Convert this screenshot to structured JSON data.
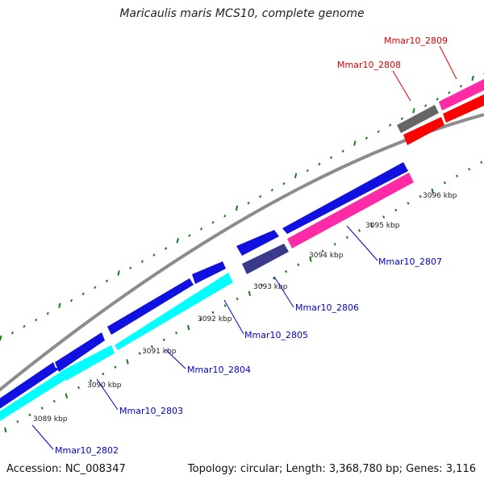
{
  "title": "Maricaulis maris MCS10, complete genome",
  "footer": {
    "accession": "Accession: NC_008347",
    "summary": "Topology: circular; Length: 3,368,780 bp; Genes: 3,116"
  },
  "colors": {
    "backbone": "#8c8c8c",
    "tick": "#1a7a1a",
    "forward_cds": "#1010e0",
    "reverse_cds": "#00ffff",
    "pink_cds": "#ff2aa6",
    "dark_cds": "#3a3a8c",
    "gray_cds": "#666666",
    "red_cds": "#ff0000",
    "label_blue": "#0000cc",
    "label_red": "#dd0000"
  },
  "scale": {
    "unit": "kbp",
    "positions": [
      3089,
      3090,
      3091,
      3092,
      3093,
      3094,
      3095,
      3096
    ],
    "labels": [
      "3089 kbp",
      "3090 kbp",
      "3091 kbp",
      "3092 kbp",
      "3093 kbp",
      "3094 kbp",
      "3095 kbp",
      "3096 kbp"
    ]
  },
  "genes": [
    {
      "label": "Mmar10_2802",
      "color_key": "label_blue"
    },
    {
      "label": "Mmar10_2803",
      "color_key": "label_blue"
    },
    {
      "label": "Mmar10_2804",
      "color_key": "label_blue"
    },
    {
      "label": "Mmar10_2805",
      "color_key": "label_blue"
    },
    {
      "label": "Mmar10_2806",
      "color_key": "label_blue"
    },
    {
      "label": "Mmar10_2807",
      "color_key": "label_blue"
    },
    {
      "label": "Mmar10_2808",
      "color_key": "label_red"
    },
    {
      "label": "Mmar10_2809",
      "color_key": "label_red"
    }
  ]
}
